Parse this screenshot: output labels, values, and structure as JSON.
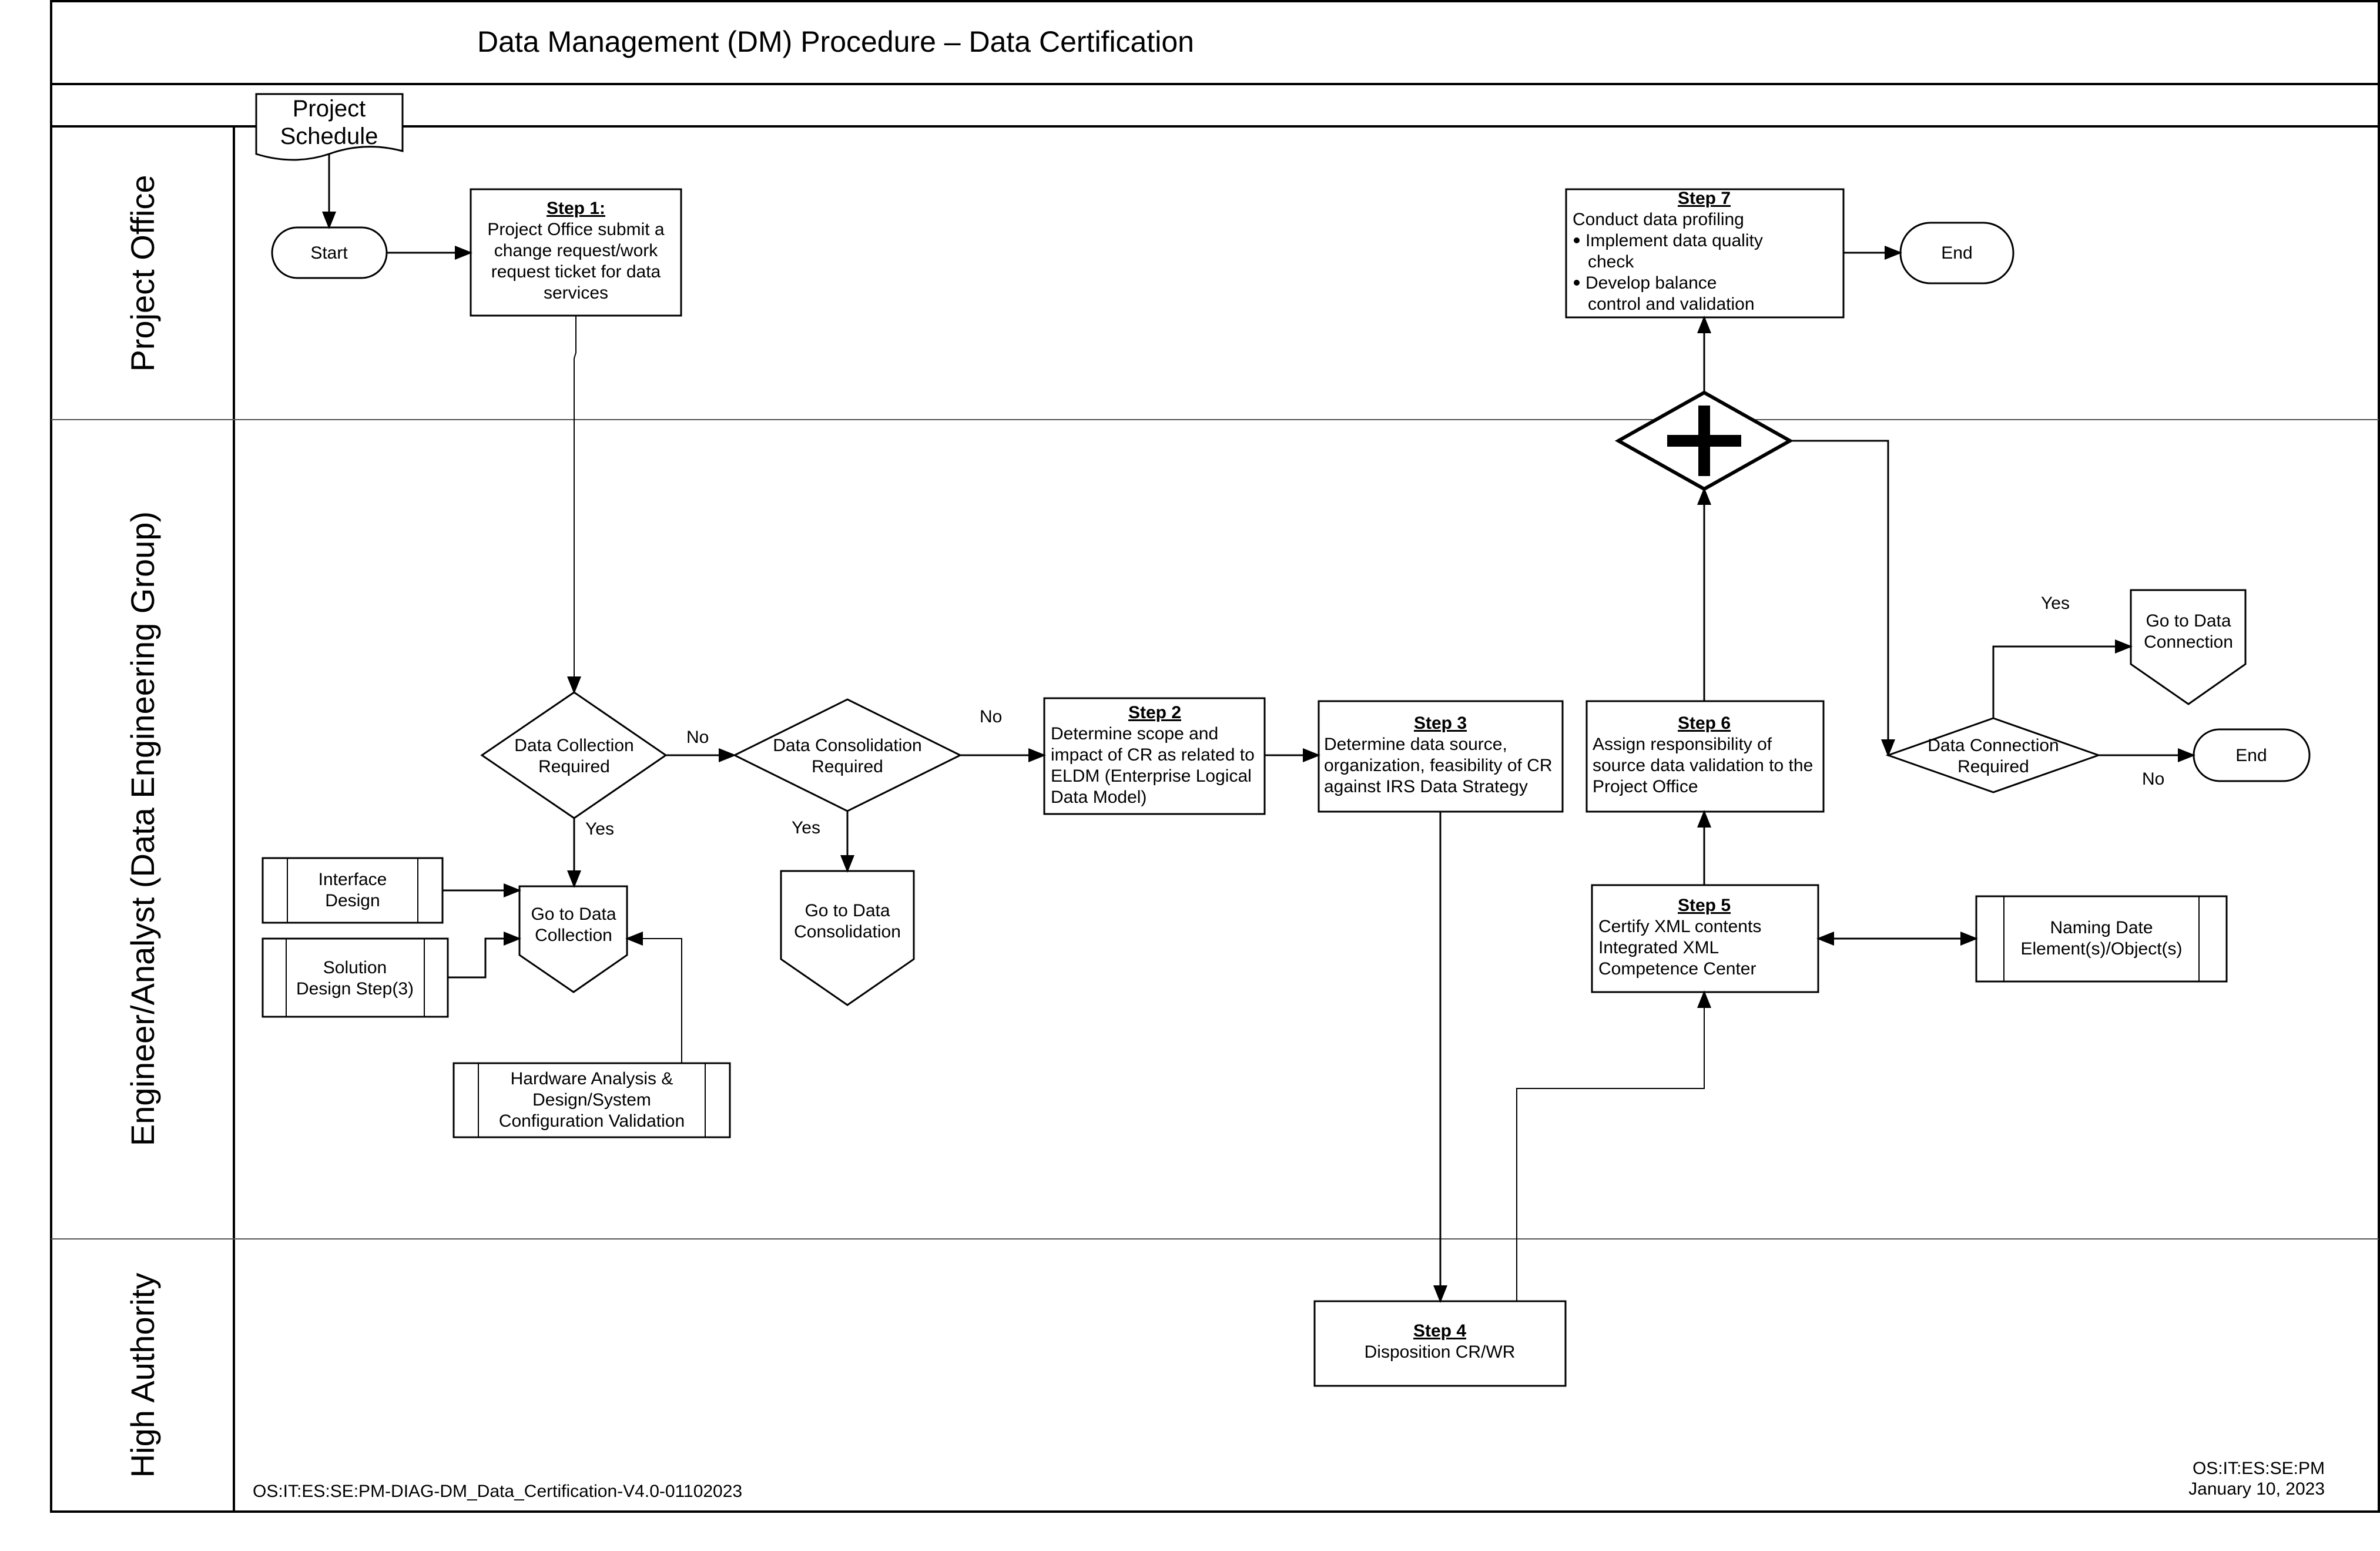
{
  "title": "Data Management (DM) Procedure – Data Certification",
  "lanes": {
    "project_office": "Project Office",
    "engineer": "Engineer/Analyst (Data Engineering Group)",
    "high_authority": "High Authority"
  },
  "doc": {
    "project_schedule": [
      "Project",
      "Schedule"
    ]
  },
  "terminators": {
    "start": "Start",
    "end_top": "End",
    "end_right": "End"
  },
  "steps": {
    "step1": {
      "heading": "Step 1:",
      "lines": [
        "Project Office submit a",
        "change request/work",
        "request ticket for data",
        "services"
      ]
    },
    "step2": {
      "heading": "Step 2",
      "lines": [
        "Determine scope and",
        "impact of CR as related to",
        "ELDM (Enterprise Logical",
        "Data Model)"
      ]
    },
    "step3": {
      "heading": "Step 3",
      "lines": [
        "Determine data source,",
        "organization, feasibility of CR",
        "against IRS Data Strategy"
      ]
    },
    "step4": {
      "heading": "Step 4",
      "lines": [
        "Disposition CR/WR"
      ]
    },
    "step5": {
      "heading": "Step 5",
      "lines": [
        "Certify XML contents",
        "Integrated XML",
        "Competence Center"
      ]
    },
    "step6": {
      "heading": "Step 6",
      "lines": [
        "Assign responsibility of",
        "source data validation to the",
        "Project Office"
      ]
    },
    "step7": {
      "heading": "Step 7",
      "lines": [
        "Conduct data profiling",
        "Implement data quality",
        "check",
        "Develop balance",
        "control and validation"
      ]
    }
  },
  "decisions": {
    "collection": [
      "Data Collection",
      "Required"
    ],
    "consolidation": [
      "Data Consolidation",
      "Required"
    ],
    "connection": [
      "Data Connection",
      "Required"
    ]
  },
  "offpage": {
    "go_collection": [
      "Go to Data",
      "Collection"
    ],
    "go_consolidation": [
      "Go to Data",
      "Consolidation"
    ],
    "go_connection": [
      "Go to Data",
      "Connection"
    ]
  },
  "processes": {
    "interface": [
      "Interface",
      "Design"
    ],
    "solution": [
      "Solution",
      "Design Step(3)"
    ],
    "hardware": [
      "Hardware Analysis &",
      "Design/System",
      "Configuration Validation"
    ],
    "naming": [
      "Naming Date",
      "Element(s)/Object(s)"
    ]
  },
  "labels": {
    "no_collection": "No",
    "yes_collection": "Yes",
    "no_consolidation": "No",
    "yes_consolidation": "Yes",
    "yes_connection": "Yes",
    "no_connection": "No"
  },
  "footer": {
    "left": "OS:IT:ES:SE:PM-DIAG-DM_Data_Certification-V4.0-01102023",
    "right_1": "OS:IT:ES:SE:PM",
    "right_2": "January 10, 2023"
  }
}
